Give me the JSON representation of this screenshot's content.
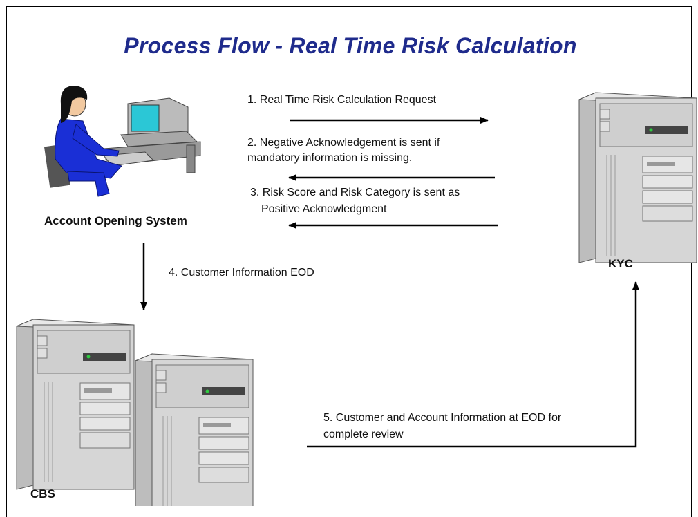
{
  "title": "Process Flow - Real Time Risk Calculation",
  "nodes": {
    "account_opening": "Account Opening System",
    "kyc": "KYC",
    "cbs": "CBS"
  },
  "messages": {
    "m1": "1. Real Time Risk Calculation Request",
    "m2_line1": "2. Negative Acknowledgement is sent if",
    "m2_line2": "mandatory information is missing.",
    "m3_line1": "3. Risk Score and Risk Category is sent as",
    "m3_line2": "Positive Acknowledgment",
    "m4": "4. Customer Information EOD",
    "m5_line1": "5. Customer and Account Information at EOD for",
    "m5_line2": "complete review"
  },
  "colors": {
    "title": "#1f2b8c",
    "person_suit": "#1a2fd6",
    "monitor_screen": "#2bc7d6",
    "server_body": "#d6d6d6"
  }
}
